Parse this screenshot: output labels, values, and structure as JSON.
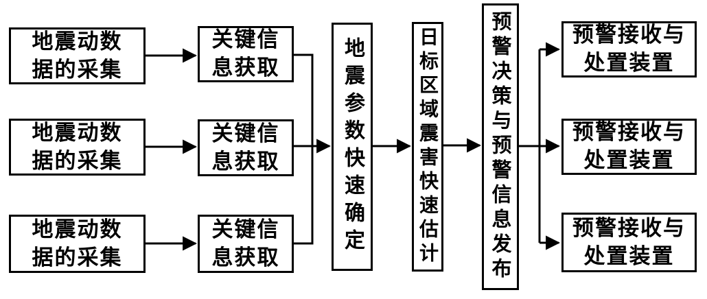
{
  "diagram": {
    "type": "flowchart",
    "background_color": "#ffffff",
    "line_color": "#000000",
    "box_border_color": "#000000",
    "text_color": "#000000"
  },
  "nodes": {
    "collection_rows": [
      {
        "id": "collection-1",
        "text": "地震动数据的采集",
        "line1": "地震动数",
        "line2": "据的采集"
      },
      {
        "id": "collection-2",
        "text": "地震动数据的采集",
        "line1": "地震动数",
        "line2": "据的采集"
      },
      {
        "id": "collection-3",
        "text": "地震动数据的采集",
        "line1": "地震动数",
        "line2": "据的采集"
      }
    ],
    "key_info_rows": [
      {
        "id": "key-info-1",
        "text": "关键信息获取",
        "line1": "关键信",
        "line2": "息获取"
      },
      {
        "id": "key-info-2",
        "text": "关键信息获取",
        "line1": "关键信",
        "line2": "息获取"
      },
      {
        "id": "key-info-3",
        "text": "关键信息获取",
        "line1": "关键信",
        "line2": "息获取"
      }
    ],
    "vertical": [
      {
        "id": "seismic-parameter-determination",
        "text": "地震参数快速确定"
      },
      {
        "id": "target-area-damage-estimation",
        "text": "日标区域震害快速估计"
      },
      {
        "id": "warning-decision-release",
        "text": "预警决策与预警信息发布"
      }
    ],
    "receiver_rows": [
      {
        "id": "receiver-1",
        "text": "预警接收与处置装置",
        "line1": "预警接收与",
        "line2": "处置装置"
      },
      {
        "id": "receiver-2",
        "text": "预警接收与处置装置",
        "line1": "预警接收与",
        "line2": "处置装置"
      },
      {
        "id": "receiver-3",
        "text": "预警接收与处置装置",
        "line1": "预警接收与",
        "line2": "处置装置"
      }
    ]
  },
  "edges": [
    {
      "from": "collection-1",
      "to": "key-info-1"
    },
    {
      "from": "collection-2",
      "to": "key-info-2"
    },
    {
      "from": "collection-3",
      "to": "key-info-3"
    },
    {
      "from": "key-info-1",
      "to": "seismic-parameter-determination"
    },
    {
      "from": "key-info-2",
      "to": "seismic-parameter-determination"
    },
    {
      "from": "key-info-3",
      "to": "seismic-parameter-determination"
    },
    {
      "from": "seismic-parameter-determination",
      "to": "target-area-damage-estimation"
    },
    {
      "from": "target-area-damage-estimation",
      "to": "warning-decision-release"
    },
    {
      "from": "warning-decision-release",
      "to": "receiver-1"
    },
    {
      "from": "warning-decision-release",
      "to": "receiver-2"
    },
    {
      "from": "warning-decision-release",
      "to": "receiver-3"
    }
  ]
}
